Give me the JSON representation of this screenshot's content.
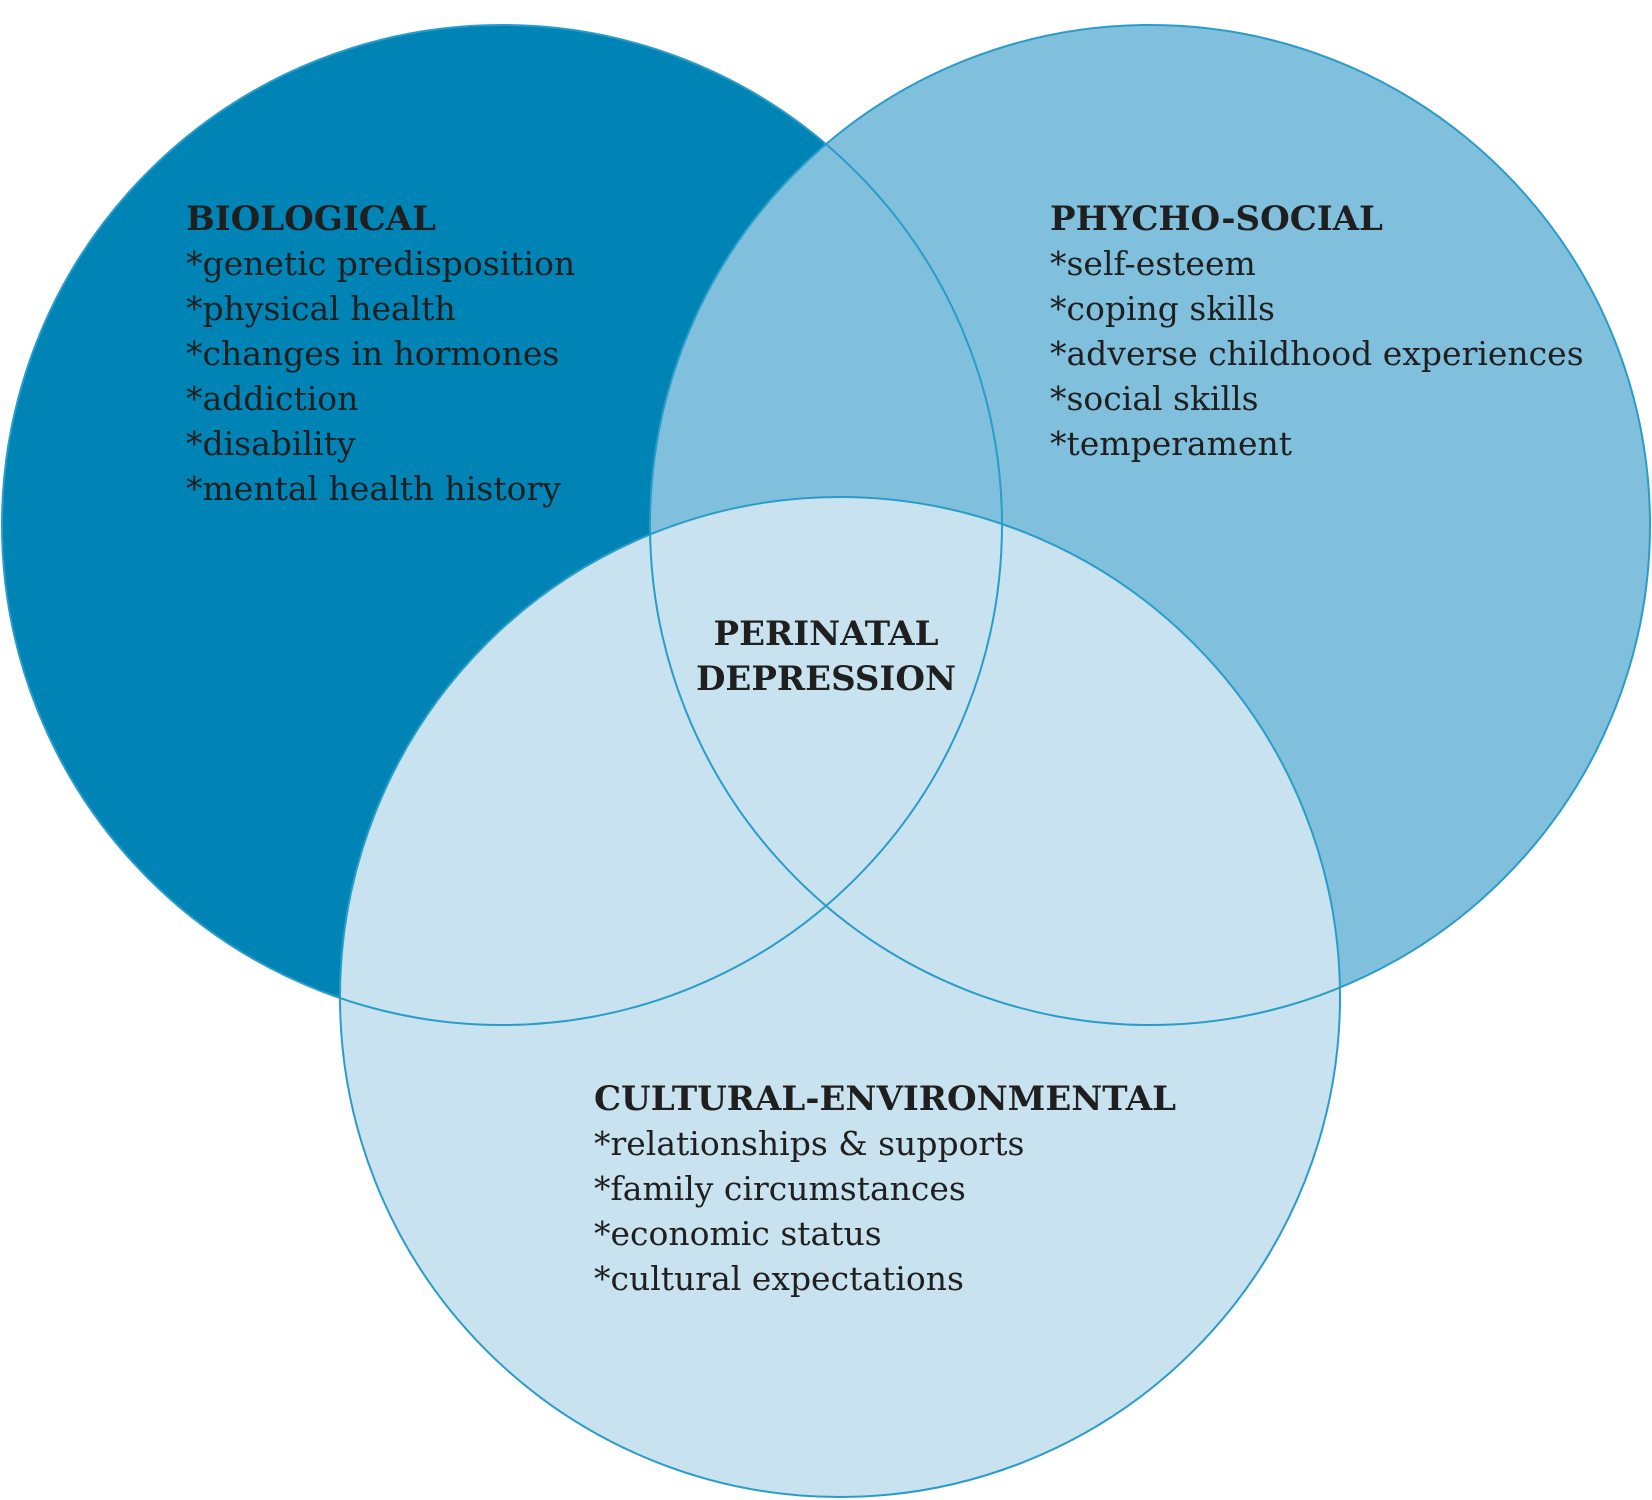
{
  "colors": {
    "biological_fill": "#0084b6",
    "psychosocial_fill": "#80c0dd",
    "cultural_fill": "#c9e2ef",
    "outline": "#2a9cc9",
    "text": "#1f1f1f"
  },
  "biological": {
    "title": "BIOLOGICAL",
    "items": [
      "*genetic predisposition",
      "*physical health",
      "*changes in hormones",
      "*addiction",
      "*disability",
      "*mental health history"
    ]
  },
  "psychosocial": {
    "title": "PHYCHO-SOCIAL",
    "items": [
      "*self-esteem",
      "*coping skills",
      "*adverse childhood experiences",
      "*social skills",
      "*temperament"
    ]
  },
  "cultural": {
    "title": "CULTURAL-ENVIRONMENTAL",
    "items": [
      "*relationships & supports",
      "*family circumstances",
      "*economic status",
      "*cultural expectations"
    ]
  },
  "center": {
    "line1": "PERINATAL",
    "line2": "DEPRESSION"
  }
}
